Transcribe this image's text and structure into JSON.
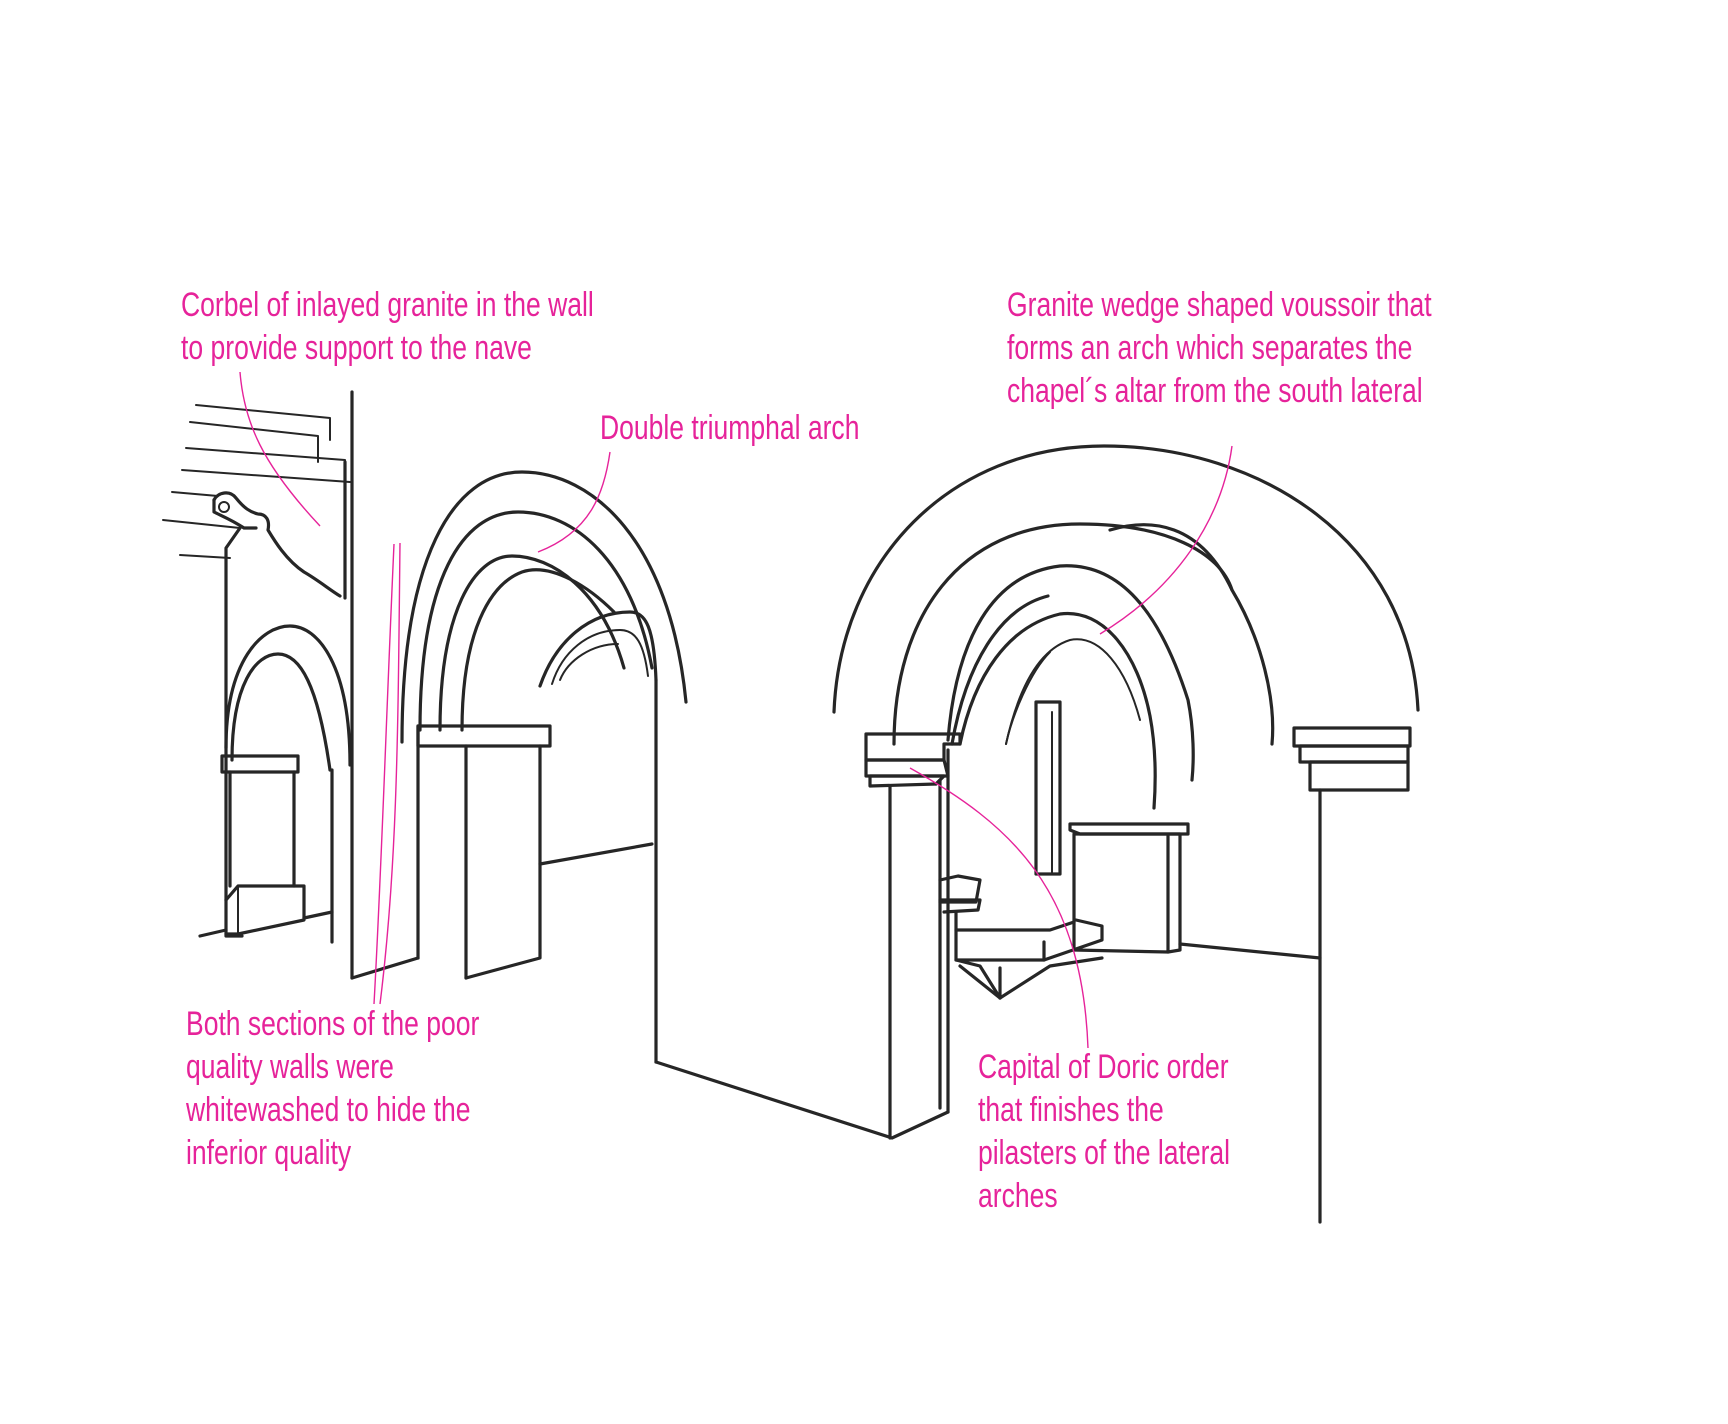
{
  "annotations": {
    "corbel": {
      "lines": [
        "Corbel of inlayed granite in the wall",
        "to provide support to the nave"
      ]
    },
    "double_arch": {
      "lines": [
        "Double triumphal arch"
      ]
    },
    "voussoir": {
      "lines": [
        "Granite wedge shaped voussoir that",
        "forms an arch which separates  the",
        "chapel´s altar from the south lateral"
      ]
    },
    "walls": {
      "lines": [
        "Both sections of the poor",
        "quality walls were",
        "whitewashed to hide the",
        "inferior quality"
      ]
    },
    "capital": {
      "lines": [
        "Capital of Doric order",
        "that finishes the",
        "pilasters of the lateral",
        "arches"
      ]
    }
  },
  "colors": {
    "annotation": "#e6239a",
    "linework": "#262626",
    "background": "#ffffff"
  }
}
